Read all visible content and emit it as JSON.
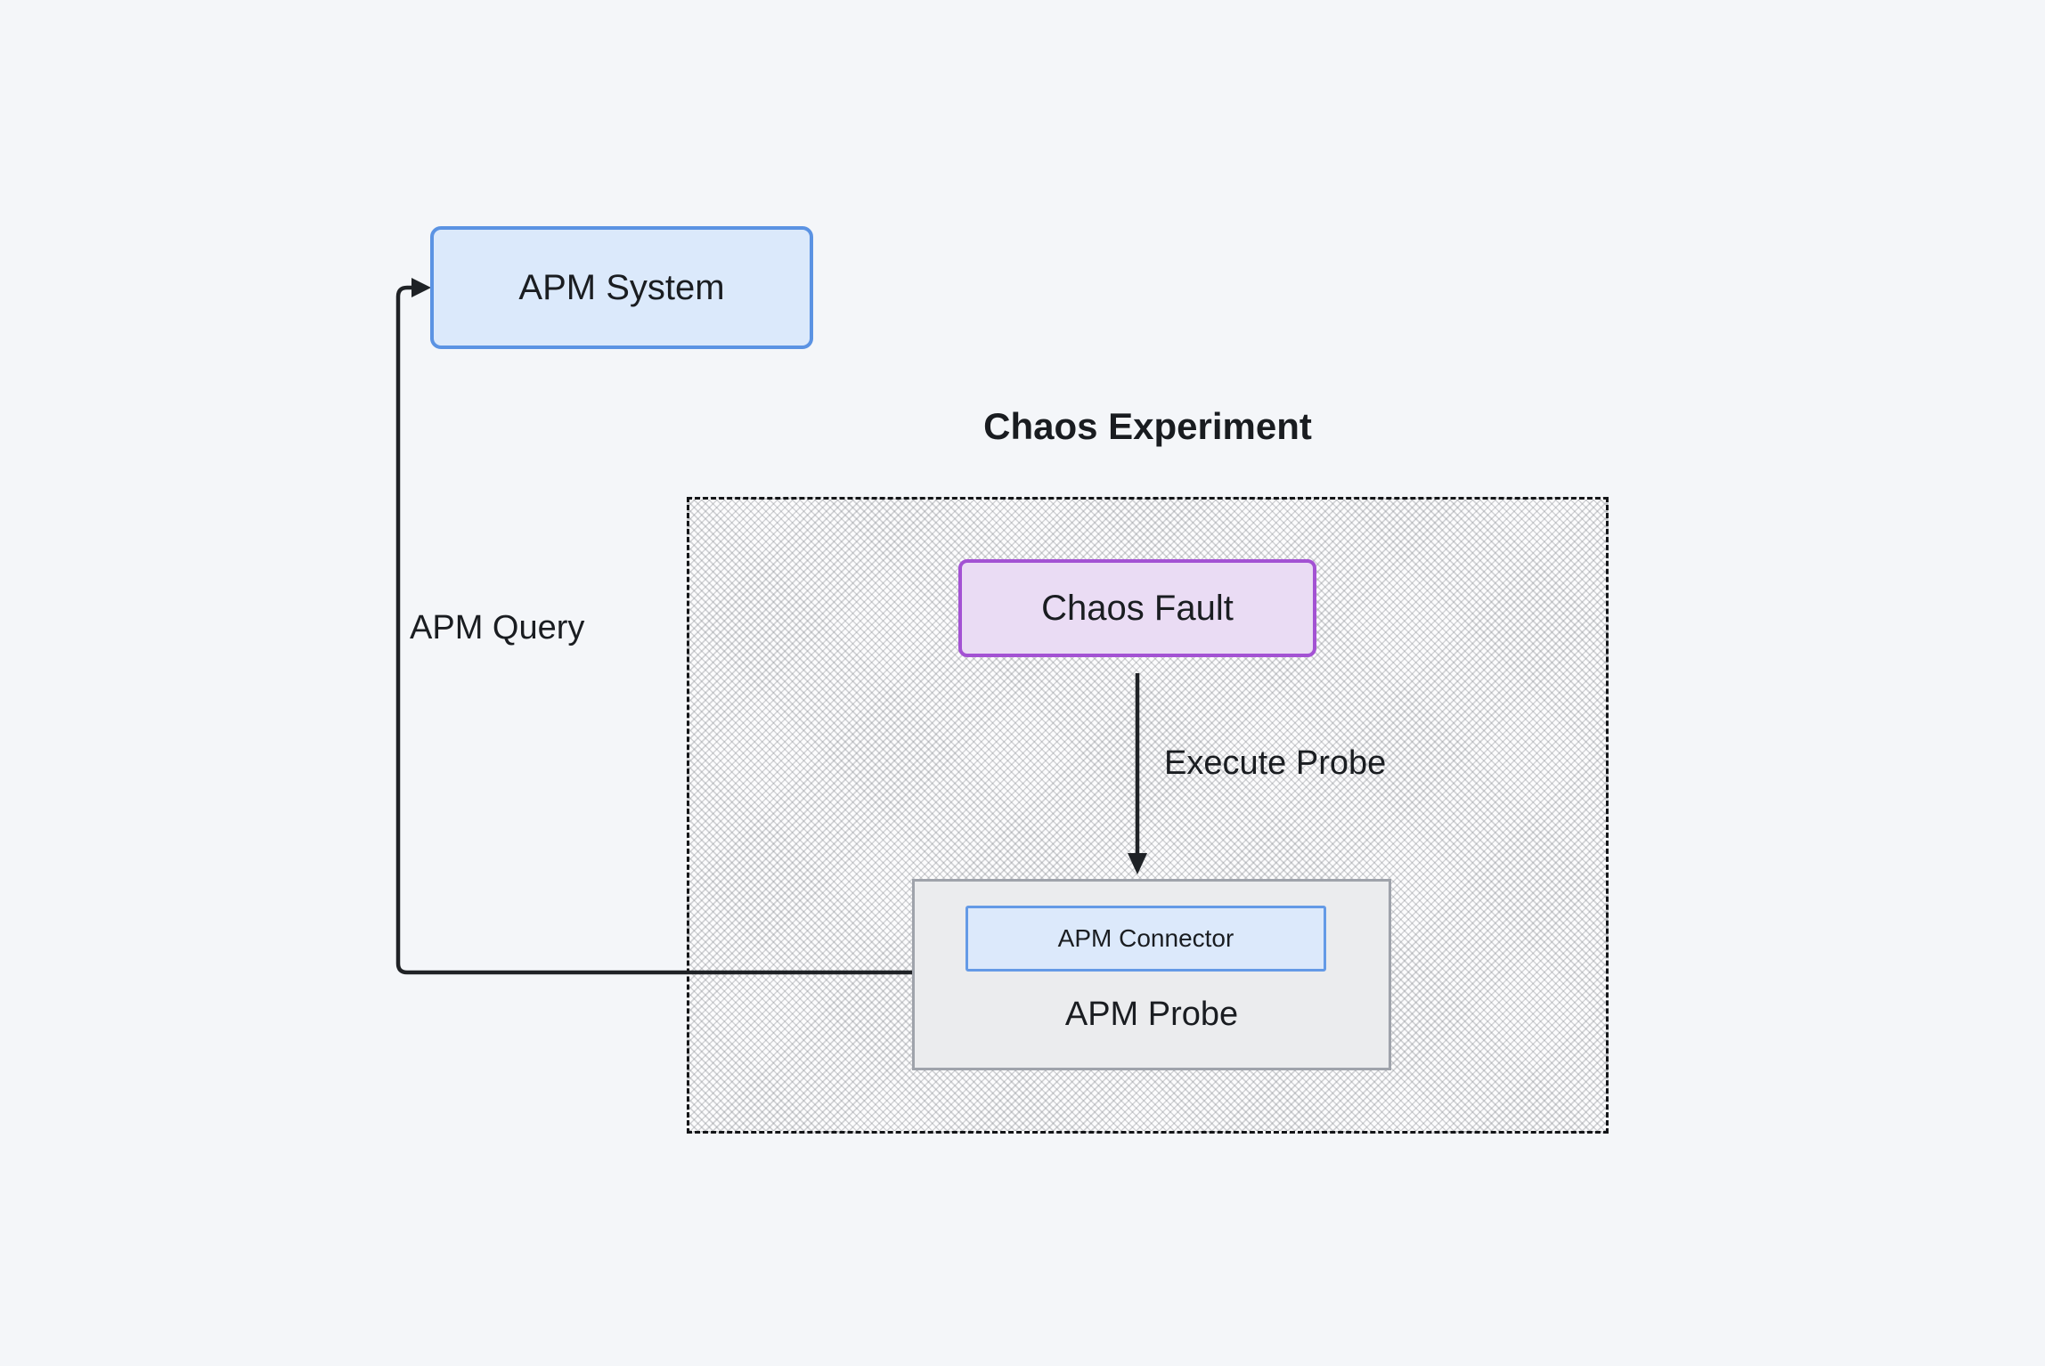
{
  "diagram": {
    "title": "Chaos Experiment",
    "nodes": {
      "apm_system": {
        "label": "APM System"
      },
      "chaos_fault": {
        "label": "Chaos Fault"
      },
      "apm_probe": {
        "label": "APM Probe"
      },
      "apm_connector": {
        "label": "APM Connector"
      }
    },
    "edges": {
      "execute_probe": {
        "label": "Execute Probe",
        "from": "chaos_fault",
        "to": "apm_probe"
      },
      "apm_query": {
        "label": "APM Query",
        "from": "apm_probe",
        "to": "apm_system"
      }
    },
    "colors": {
      "page_background": "#f4f6f9",
      "boundary_dash": "#131518",
      "hatch_fill": "#fcfcfd",
      "hatch_line": "#7d8186",
      "blue_node_fill": "#dbe9fb",
      "blue_node_border": "#5b93e3",
      "purple_node_fill": "#eadcf4",
      "purple_node_border": "#a352d3",
      "gray_node_fill": "#ebecee",
      "gray_node_border": "#9fa3ab",
      "connector_line": "#1f2226",
      "text": "#1a1d21"
    }
  }
}
